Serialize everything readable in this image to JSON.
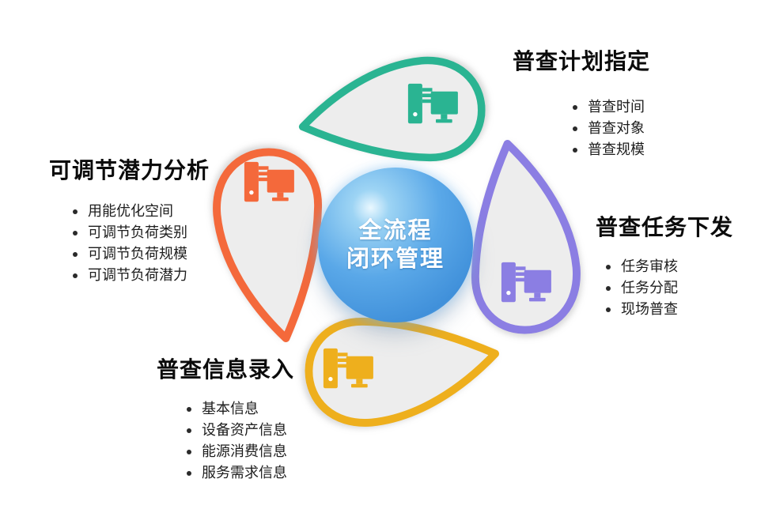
{
  "diagram": {
    "center": {
      "line1": "全流程",
      "line2": "闭环管理",
      "color_main": "#4a9ae1",
      "color_highlight": "#eaf8ff"
    },
    "sections": [
      {
        "position": "top",
        "title": "普查计划指定",
        "color": "#2ab492",
        "items": [
          "普查时间",
          "普查对象",
          "普查规模"
        ]
      },
      {
        "position": "right",
        "title": "普查任务下发",
        "color": "#8b7ee3",
        "items": [
          "任务审核",
          "任务分配",
          "现场普查"
        ]
      },
      {
        "position": "bottom",
        "title": "普查信息录入",
        "color": "#eeaf1d",
        "items": [
          "基本信息",
          "设备资产信息",
          "能源消费信息",
          "服务需求信息"
        ]
      },
      {
        "position": "left",
        "title": "可调节潜力分析",
        "color": "#f4693b",
        "items": [
          "用能优化空间",
          "可调节负荷类别",
          "可调节负荷规模",
          "可调节负荷潜力"
        ]
      }
    ],
    "petal_fill": "#ededed",
    "text_color": "#1d1d1d",
    "title_color": "#0b0b0b"
  }
}
